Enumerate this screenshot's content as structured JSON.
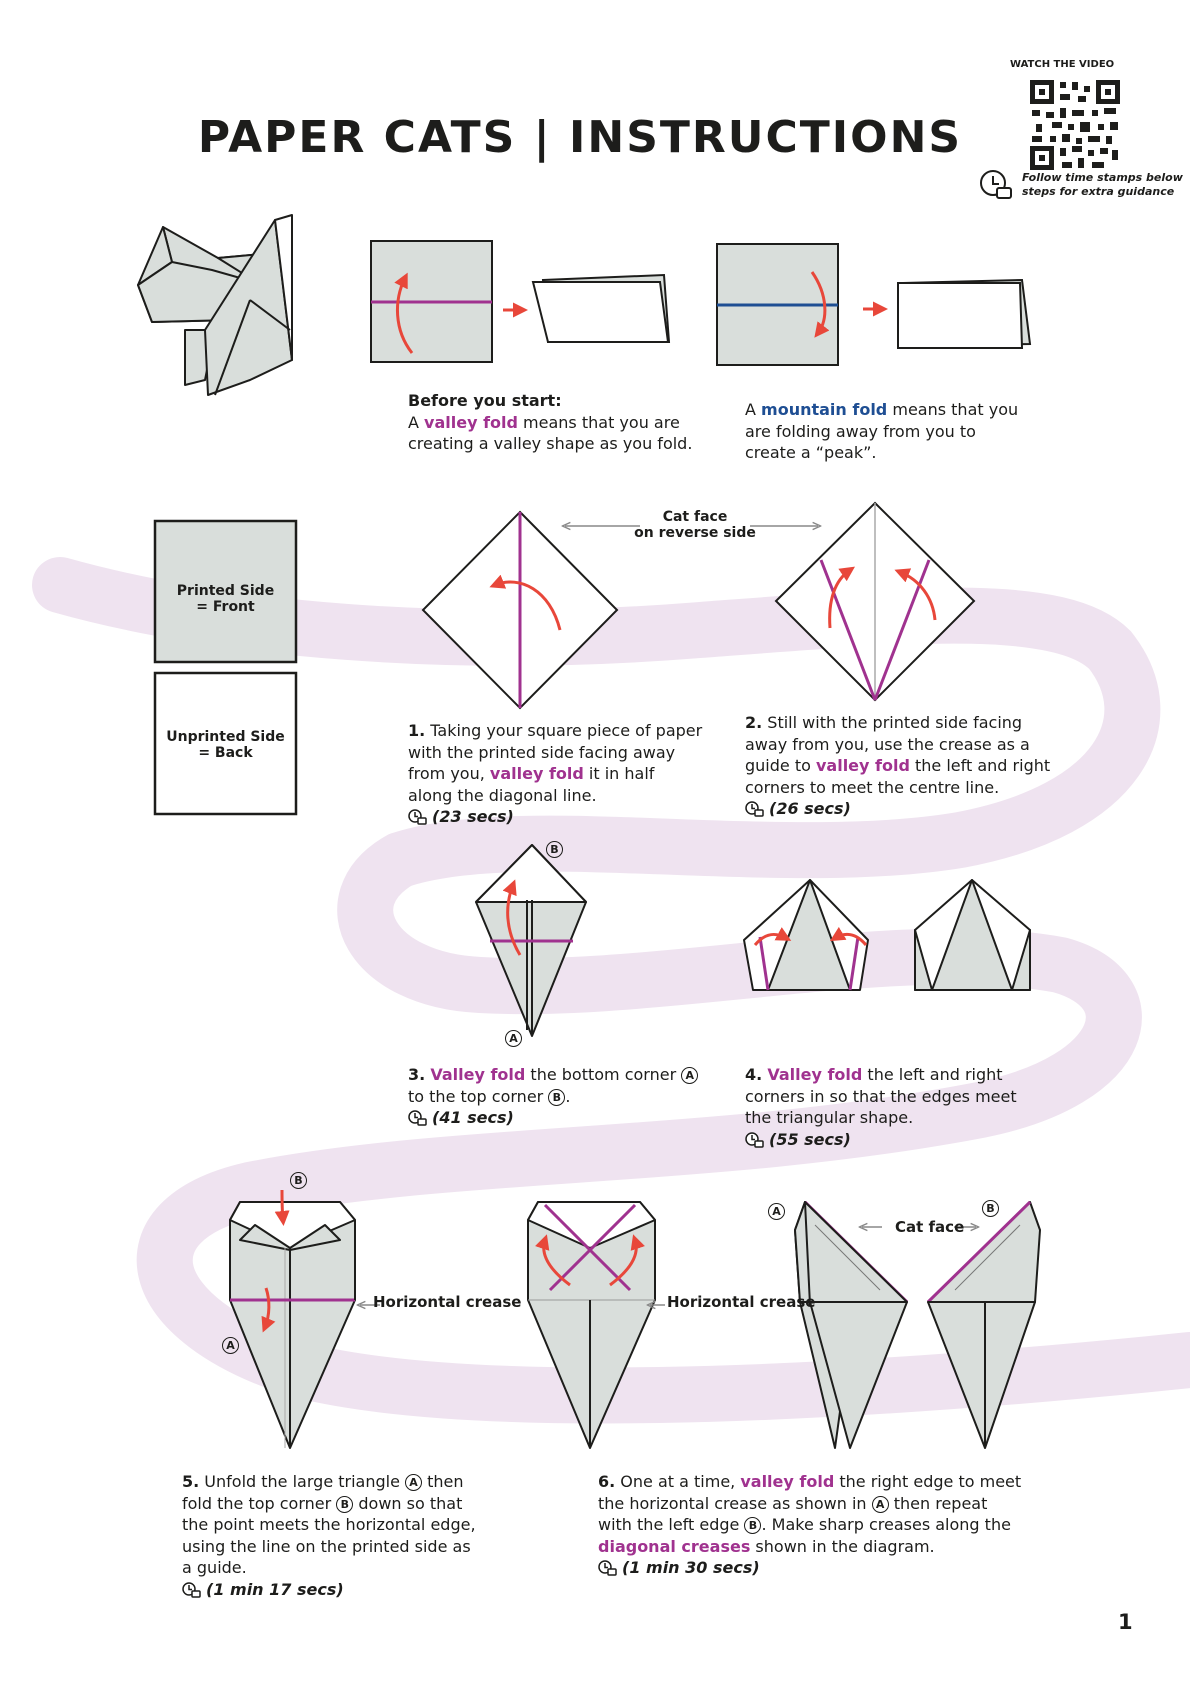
{
  "header": {
    "title": "PAPER CATS | INSTRUCTIONS",
    "watch_video": "WATCH THE VIDEO",
    "follow_line1": "Follow time stamps below",
    "follow_line2": "steps for extra guidance"
  },
  "intro": {
    "before_heading": "Before you start:",
    "valley_pre": "A ",
    "valley_term": "valley fold",
    "valley_post": " means that you are creating a valley shape as you fold.",
    "mountain_pre": "A ",
    "mountain_term": "mountain fold",
    "mountain_post": " means that you are folding away from you to create a “peak”."
  },
  "sides": {
    "printed": "Printed Side",
    "printed_sub": "= Front",
    "unprinted": "Unprinted Side",
    "unprinted_sub": "= Back"
  },
  "labels": {
    "cat_face_reverse_1": "Cat face",
    "cat_face_reverse_2": "on reverse side",
    "horizontal_crease": "Horizontal crease",
    "cat_face": "Cat face",
    "marker_a": "A",
    "marker_b": "B"
  },
  "steps": [
    {
      "num": "1.",
      "pre": " Taking your square piece of paper with the printed side facing away from you, ",
      "term": "valley fold",
      "post": " it in half along the diagonal line.",
      "time": "(23 secs)"
    },
    {
      "num": "2.",
      "pre": " Still with the printed side facing away from you, use the crease as a guide to ",
      "term": "valley fold",
      "post": " the left and right corners to meet the centre line.",
      "time": "(26 secs)"
    },
    {
      "num": "3.",
      "term": "Valley fold",
      "pre": " the bottom corner ",
      "mid": " to the top corner ",
      "post": ".",
      "time": "(41 secs)"
    },
    {
      "num": "4.",
      "term": "Valley fold",
      "post": " the left and right corners in so that the edges meet the triangular shape.",
      "time": "(55 secs)"
    },
    {
      "num": "5.",
      "pre": " Unfold the large triangle ",
      "mid": " then fold the top corner ",
      "post": " down so that the point meets the horizontal edge, using the line on the printed side as a guide.",
      "time": "(1 min 17 secs)"
    },
    {
      "num": "6.",
      "pre": " One at a time, ",
      "term": "valley fold",
      "mid1": " the right edge to meet the horizontal crease as shown in ",
      "mid2": " then repeat with the left edge ",
      "mid3": ". Make sharp creases along the ",
      "term2": "diagonal creases",
      "post": " shown in the diagram.",
      "time": "(1 min 30 secs)"
    }
  ],
  "page_number": "1",
  "colors": {
    "paper": "#d9dedb",
    "valley": "#a0328f",
    "mountain": "#1e4e93",
    "arrow": "#e8473a",
    "path": "#efe3f0"
  }
}
